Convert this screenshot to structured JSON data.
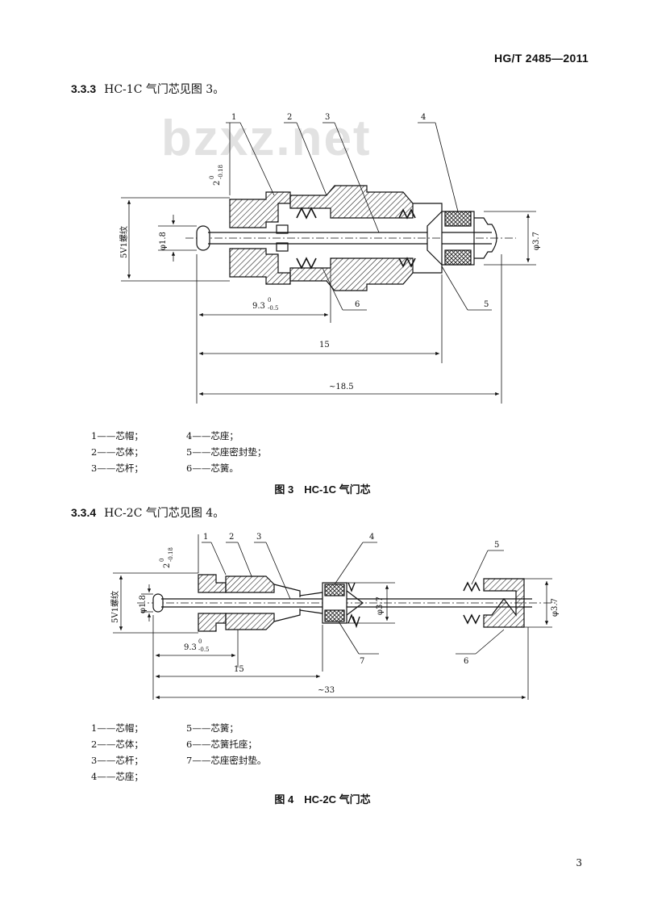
{
  "header": {
    "doc_code": "HG/T 2485—2011"
  },
  "watermark": "bzxz.net",
  "sections": [
    {
      "number": "3.3.3",
      "text": "HC-1C 气门芯见图 3。"
    },
    {
      "number": "3.3.4",
      "text": "HC-2C 气门芯见图 4。"
    }
  ],
  "figure3": {
    "callouts": [
      "1",
      "2",
      "3",
      "4",
      "5",
      "6"
    ],
    "dims": {
      "thread": "5V1螺纹",
      "phi_small": "φ1.8",
      "phi_large": "φ3.7",
      "tol_vertical": "2 -0.18",
      "tol_vertical_main": "2",
      "tol_vertical_sup": "0",
      "tol_vertical_sub": "-0.18",
      "len_a_main": "9.3",
      "len_a_sup": "0",
      "len_a_sub": "-0.5",
      "len_b": "15",
      "len_c": "~18.5"
    },
    "legend": [
      [
        "1——芯帽；",
        "4——芯座；"
      ],
      [
        "2——芯体；",
        "5——芯座密封垫；"
      ],
      [
        "3——芯杆；",
        "6——芯簧。"
      ]
    ],
    "caption": "图 3　HC-1C 气门芯"
  },
  "figure4": {
    "callouts": [
      "1",
      "2",
      "3",
      "4",
      "5",
      "6",
      "7"
    ],
    "dims": {
      "thread": "5V1螺纹",
      "phi_small": "φ1.8",
      "phi_large_a": "φ3.7",
      "phi_large_b": "φ3.7",
      "tol_vertical_main": "2",
      "tol_vertical_sup": "0",
      "tol_vertical_sub": "-0.18",
      "len_a_main": "9.3",
      "len_a_sup": "0",
      "len_a_sub": "-0.5",
      "len_b": "15",
      "len_c": "~33"
    },
    "legend": [
      [
        "1——芯帽；",
        "5——芯簧；"
      ],
      [
        "2——芯体；",
        "6——芯簧托座；"
      ],
      [
        "3——芯杆；",
        "7——芯座密封垫。"
      ],
      [
        "4——芯座；",
        ""
      ]
    ],
    "caption": "图 4　HC-2C 气门芯"
  },
  "page_number": "3"
}
